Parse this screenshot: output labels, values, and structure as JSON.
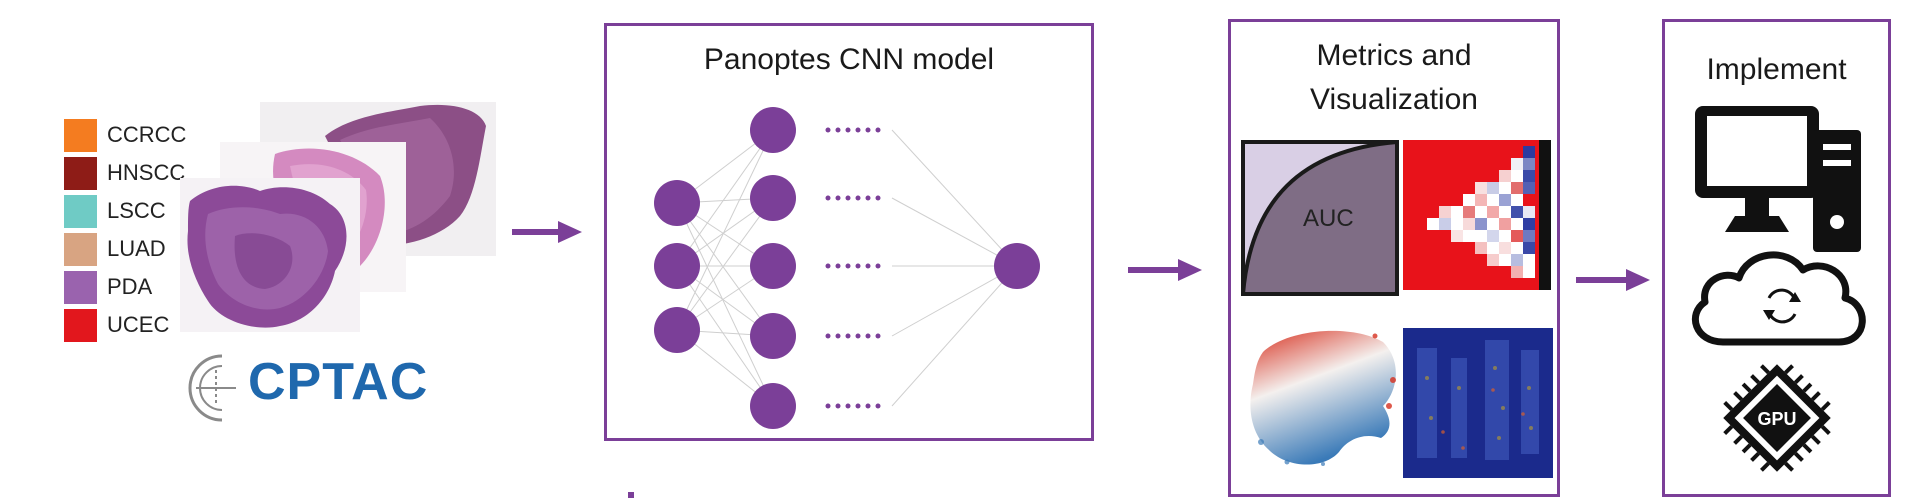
{
  "legend": {
    "items": [
      {
        "label": "CCRCC",
        "color": "#f47c20"
      },
      {
        "label": "HNSCC",
        "color": "#8e1c17"
      },
      {
        "label": "LSCC",
        "color": "#6fcbc5"
      },
      {
        "label": "LUAD",
        "color": "#d8a482"
      },
      {
        "label": "PDA",
        "color": "#9a63ae"
      },
      {
        "label": "UCEC",
        "color": "#e2171d"
      }
    ]
  },
  "logo": {
    "text": "CPTAC"
  },
  "model_box": {
    "title": "Panoptes CNN model"
  },
  "metrics_box": {
    "title_line1": "Metrics and",
    "title_line2": "Visualization",
    "auc_label": "AUC"
  },
  "implement_box": {
    "title": "Implement",
    "gpu_label": "GPU"
  },
  "colors": {
    "accent": "#7b3f98",
    "node": "#7b3f98",
    "logo": "#1f68ad"
  }
}
